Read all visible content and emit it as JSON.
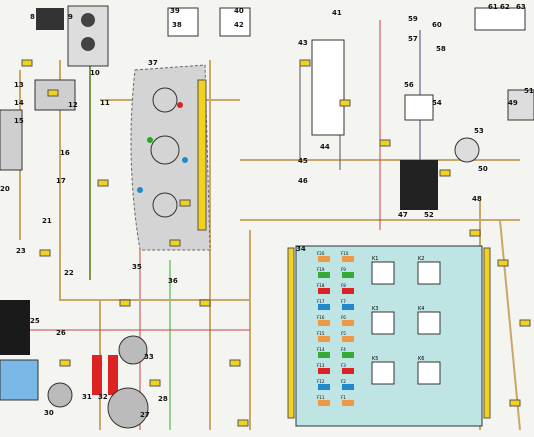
{
  "labels": [
    "8",
    "9",
    "10",
    "11",
    "12",
    "13",
    "14",
    "15",
    "16",
    "17",
    "20",
    "21",
    "22",
    "23",
    "25",
    "26",
    "27",
    "28",
    "30",
    "31",
    "32",
    "33",
    "34",
    "35",
    "36",
    "37",
    "38",
    "39",
    "40",
    "41",
    "42",
    "43",
    "44",
    "45",
    "46",
    "47",
    "48",
    "49",
    "50",
    "51",
    "52",
    "53",
    "54",
    "56",
    "57",
    "58",
    "59",
    "60",
    "61",
    "62",
    "63"
  ],
  "fuse_labels": [
    "F20",
    "F10",
    "F19",
    "F9",
    "F18",
    "F8",
    "F17",
    "F7",
    "F16",
    "F6",
    "F15",
    "F5",
    "F14",
    "F4",
    "F13",
    "F3",
    "F12",
    "F2",
    "F11",
    "F1"
  ],
  "relay_labels": [
    "K1",
    "K2",
    "K3",
    "K4",
    "K5",
    "K6"
  ],
  "colors": {
    "wire_bundle": "#c8a868",
    "fuse_box": "#bfe4e4",
    "dashboard": "#d4d4d4",
    "connector": "#f3d21b",
    "battery": "#1a1a1a"
  }
}
